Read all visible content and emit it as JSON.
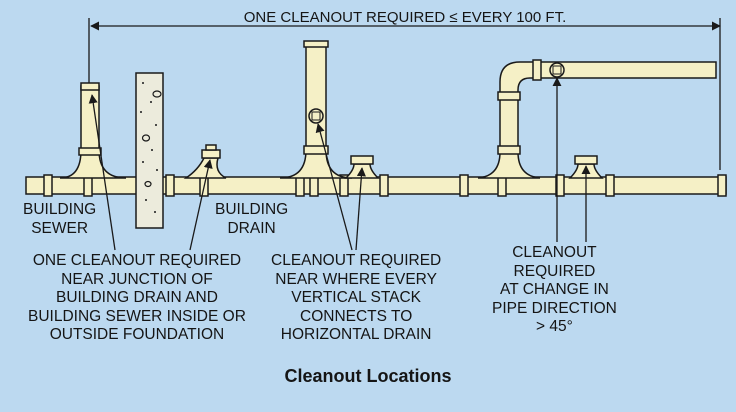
{
  "dimension_label": "ONE CLEANOUT REQUIRED ≤ EVERY 100 FT.",
  "labels": {
    "building_sewer": "BUILDING\nSEWER",
    "building_drain": "BUILDING\nDRAIN",
    "junction_note": "ONE CLEANOUT REQUIRED\nNEAR JUNCTION OF\nBUILDING DRAIN AND\nBUILDING SEWER INSIDE OR\nOUTSIDE FOUNDATION",
    "stack_note": "CLEANOUT REQUIRED\nNEAR WHERE EVERY\nVERTICAL STACK\nCONNECTS TO\nHORIZONTAL DRAIN",
    "direction_note": "CLEANOUT\nREQUIRED\nAT CHANGE IN\nPIPE DIRECTION\n> 45°"
  },
  "title": "Cleanout Locations",
  "colors": {
    "background": "#bcd9f0",
    "pipe": "#f5f0c6",
    "outline": "#1a1a1a",
    "foundation": "#ecebdc"
  }
}
